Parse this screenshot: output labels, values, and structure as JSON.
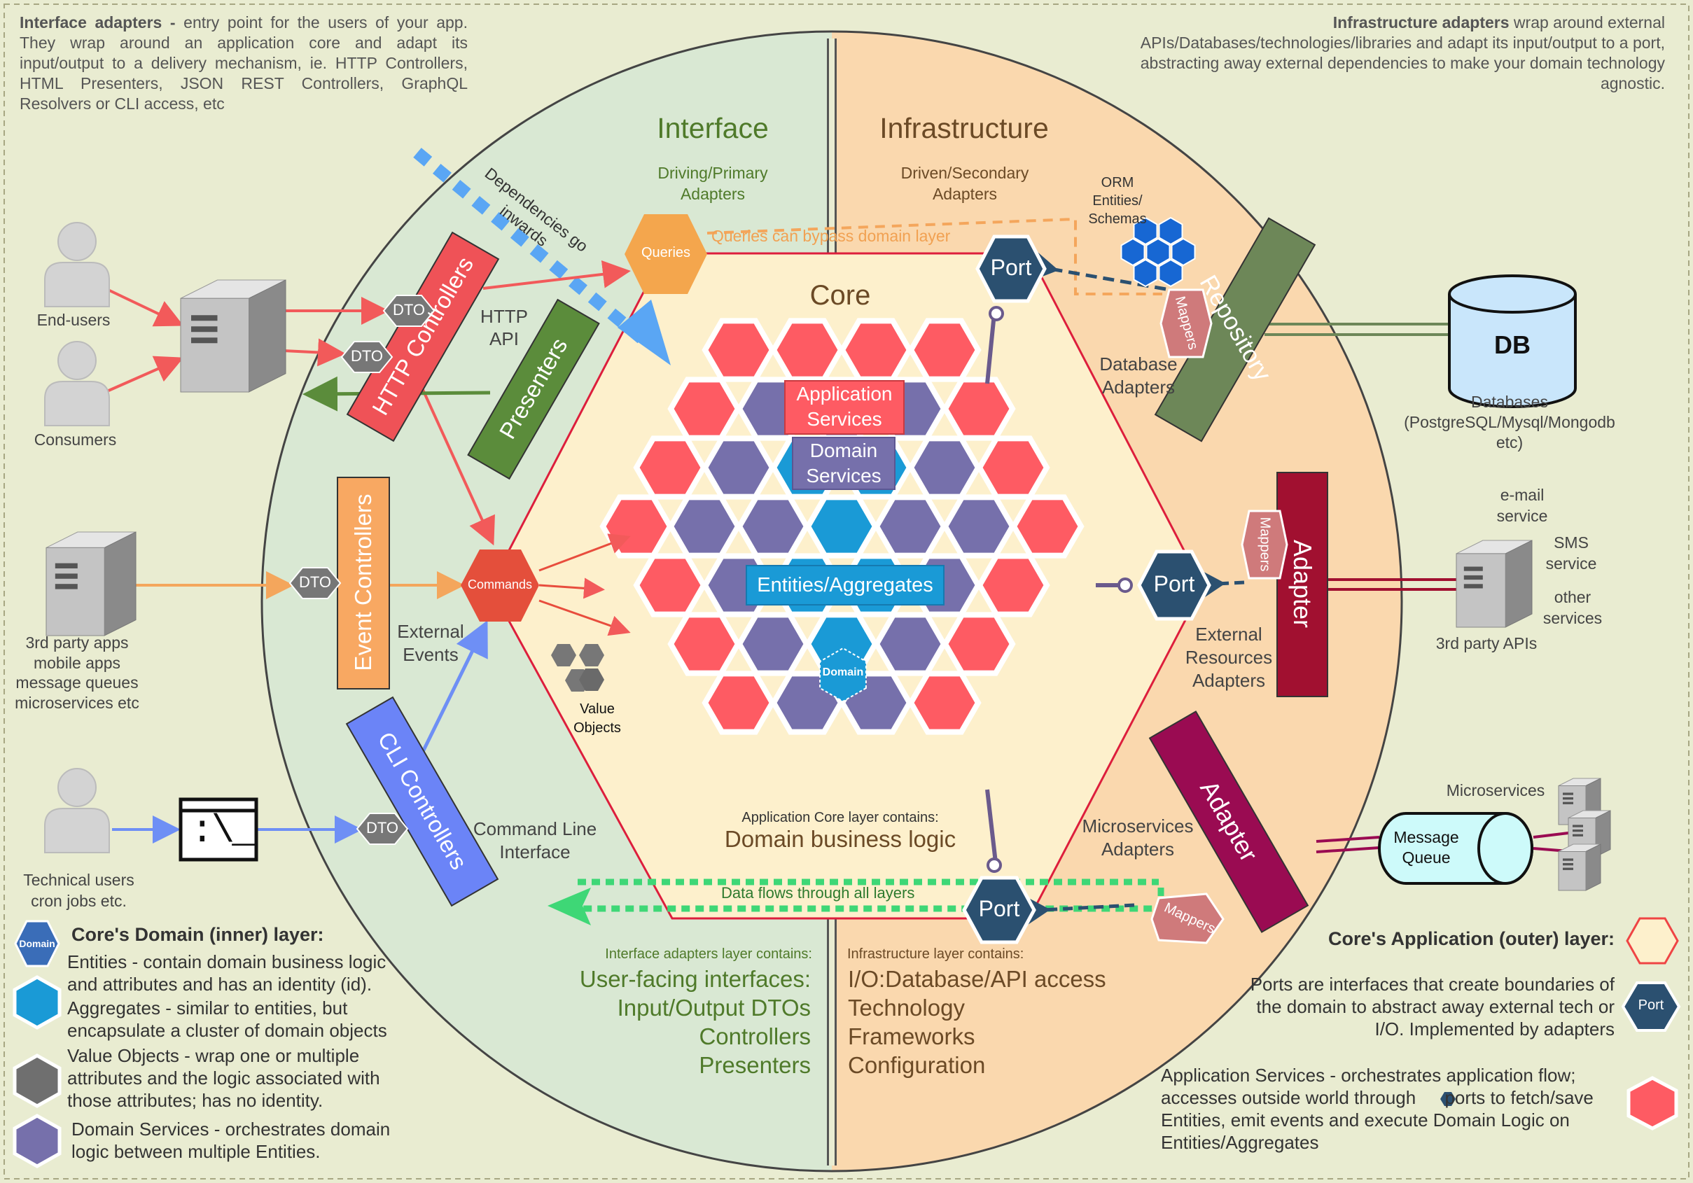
{
  "top_left_note": {
    "bold": "Interface adapters -",
    "rest": " entry point for the users of your app. They wrap around an application core and adapt its input/output to a delivery mechanism, ie. HTTP Controllers, HTML Presenters, JSON REST Controllers, GraphQL Resolvers or CLI access, etc"
  },
  "top_right_note": {
    "bold": "Infrastructure adapters",
    "rest": " wrap around external APIs/Databases/technologies/libraries and adapt its input/output to a port, abstracting away external dependencies to make your domain technology agnostic."
  },
  "regions": {
    "interface_title": "Interface",
    "interface_sub": "Driving/Primary Adapters",
    "infra_title": "Infrastructure",
    "infra_sub": "Driven/Secondary Adapters",
    "core_title": "Core"
  },
  "actors": {
    "end_users": "End-users",
    "consumers": "Consumers",
    "third_party": "3rd party apps mobile apps message queues microservices etc",
    "technical": "Technical users cron jobs etc."
  },
  "interface": {
    "http_controllers": "HTTP Controllers",
    "presenters": "Presenters",
    "http_api": "HTTP API",
    "event_controllers": "Event Controllers",
    "external_events": "External Events",
    "cli_controllers": "CLI Controllers",
    "command_line": "Command Line Interface",
    "dto": "DTO",
    "dependencies": "Dependencies go inwards",
    "queries": "Queries",
    "commands": "Commands",
    "cli_prompt": ":\\_"
  },
  "core": {
    "application_services": "Application Services",
    "domain_services": "Domain Services",
    "entities": "Entities/Aggregates",
    "domain": "Domain",
    "value_objects": "Value Objects",
    "app_core_contains": "Application Core layer contains:",
    "domain_logic": "Domain business logic",
    "queries_bypass": "Queries can bypass domain layer",
    "data_flows": "Data flows through all layers"
  },
  "infra": {
    "port": "Port",
    "orm": "ORM Entities/ Schemas",
    "repository": "Repository",
    "mappers": "Mappers",
    "database_adapters": "Database Adapters",
    "db": "DB",
    "databases": "Databases (PostgreSQL/Mysql/Mongodb etc)",
    "adapter": "Adapter",
    "external_resources": "External Resources Adapters",
    "email": "e-mail service",
    "sms": "SMS service",
    "other": "other services",
    "third_party_apis": "3rd party APIs",
    "microservices_adapters": "Microservices Adapters",
    "microservices": "Microservices",
    "message_queue": "Message Queue"
  },
  "layers": {
    "interface_contains": "Interface adapters layer contains:",
    "interface_items": [
      "User-facing interfaces:",
      "Input/Output DTOs",
      "Controllers",
      "Presenters"
    ],
    "infra_contains": "Infrastructure layer contains:",
    "infra_items": [
      "I/O:Database/API access",
      "Technology",
      "Frameworks",
      "Configuration"
    ]
  },
  "legend_left": {
    "title": "Core's Domain (inner) layer:",
    "domain_icon_label": "Domain",
    "entities": "Entities - contain domain business logic and attributes and has an identity (id).",
    "aggregates": "Aggregates - similar to entities, but encapsulate a cluster of domain objects",
    "value_objects": "Value Objects - wrap one or multiple attributes and the logic associated with those attributes; has no identity.",
    "domain_services": "Domain Services - orchestrates domain logic between multiple Entities."
  },
  "legend_right": {
    "title": "Core's Application (outer) layer:",
    "ports": "Ports are interfaces that create boundaries of the domain to abstract away external tech or I/O. Implemented by adapters",
    "port_icon_label": "Port",
    "app_services_1": "Application Services - orchestrates application flow; accesses outside world through",
    "app_services_2": "ports to fetch/save Entities, emit events and execute Domain Logic on Entities/Aggregates"
  },
  "colors": {
    "interface_bg": "#d9e8d3",
    "infra_bg": "#fad8ae",
    "core_bg": "#fdf0cc",
    "app_service_red": "#fe5b63",
    "domain_service_purple": "#7670ab",
    "entity_blue": "#1a9ad6",
    "port_navy": "#2b5070",
    "http_red": "#ef5257",
    "presenters_green": "#5b8c3b",
    "event_orange": "#f8a862",
    "cli_blue": "#6b84f7",
    "repository_green": "#6d8758",
    "adapter_dark_red": "#a11030",
    "adapter_magenta": "#9a0b52"
  }
}
